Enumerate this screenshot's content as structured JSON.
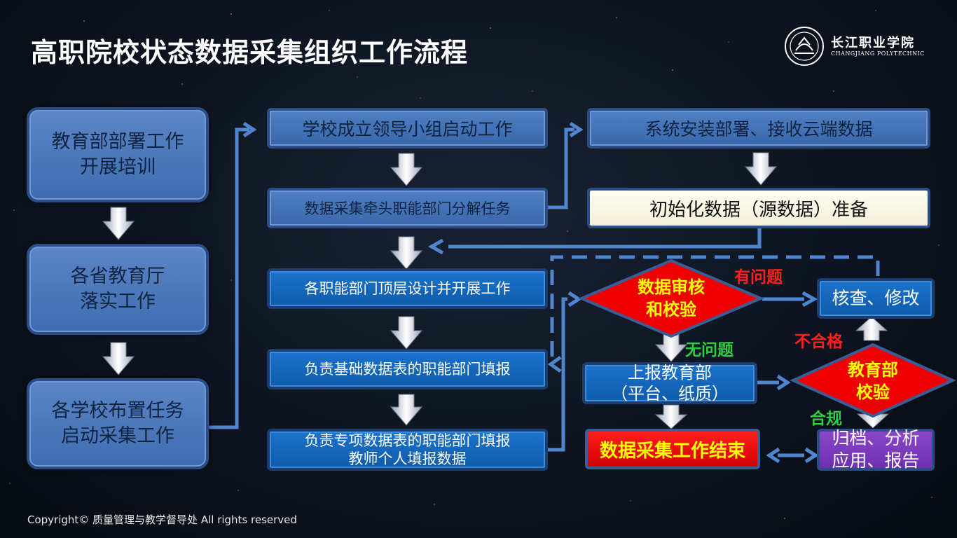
{
  "title": "高职院校状态数据采集组织工作流程",
  "logo": {
    "name_cn": "长江职业学院",
    "name_en": "CHANGJIANG POLYTECHNIC"
  },
  "left_column": [
    "教育部部署工作\n开展培训",
    "各省教育厅\n落实工作",
    "各学校布置任务\n启动采集工作"
  ],
  "middle_column": [
    "学校成立领导小组启动工作",
    "数据采集牵头职能部门分解任务",
    "各职能部门顶层设计并开展工作",
    "负责基础数据表的职能部门填报",
    "负责专项数据表的职能部门填报\n教师个人填报数据"
  ],
  "right_top": {
    "system": "系统安装部署、接收云端数据",
    "init": "初始化数据（源数据）准备"
  },
  "review": {
    "decision": "数据审核\n和校验",
    "fix": "核查、修改",
    "report": "上报教育部\n（平台、纸质）",
    "moe_check": "教育部\n校验",
    "end": "数据采集工作结束",
    "archive": "归档、分析\n应用、报告"
  },
  "edge_labels": {
    "has_problem": "有问题",
    "no_problem": "无问题",
    "unqualified": "不合格",
    "compliant": "合规"
  },
  "colors": {
    "red_label": "#ff2020",
    "green_label": "#2ecc40",
    "diamond": "#ee0000"
  },
  "copyright": "Copyright© 质量管理与教学督导处  All rights reserved"
}
